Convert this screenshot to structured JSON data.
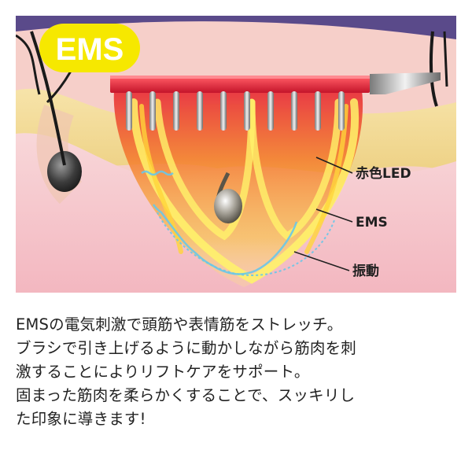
{
  "badge": {
    "text": "EMS",
    "color": "#f6e800"
  },
  "labels": {
    "red_led": "赤色LED",
    "ems": "EMS",
    "vibration": "振動"
  },
  "caption": {
    "lines": [
      "EMSの電気刺激で頭筋や表情筋をストレッチ。",
      "ブラシで引き上げるように動かしながら筋肉を刺",
      "激することによりリフトケアをサポート。",
      "固まった筋肉を柔らかくすることで、スッキリし",
      "た印象に導きます!"
    ]
  },
  "colors": {
    "scalp_outer": "#6a4c8e",
    "skin_pink": "#f6c3c9",
    "tissue_yellow": "#f4dc86",
    "led_red": "#e8323c",
    "wave_blue": "#69c6e8"
  }
}
